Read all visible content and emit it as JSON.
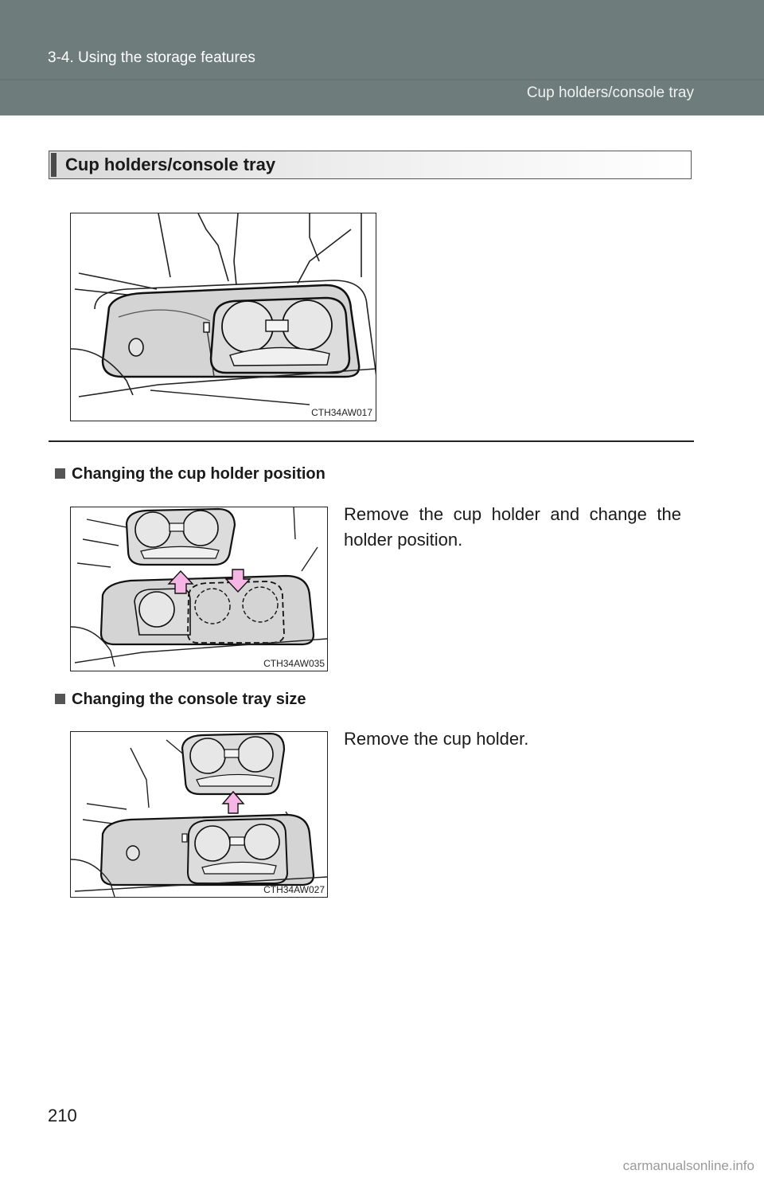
{
  "header": {
    "section": "3-4. Using the storage features",
    "subsection": "Cup holders/console tray"
  },
  "section_title": "Cup holders/console tray",
  "figures": {
    "main": {
      "code": "CTH34AW017"
    },
    "position": {
      "code": "CTH34AW035"
    },
    "size": {
      "code": "CTH34AW027"
    }
  },
  "items": [
    {
      "heading": "Changing the cup holder position",
      "text": "Remove the cup holder and change the holder position."
    },
    {
      "heading": "Changing the console tray size",
      "text": "Remove the cup holder."
    }
  ],
  "page_number": "210",
  "watermark": "carmanualsonline.info",
  "colors": {
    "header_bg": "#6e7d7b",
    "arrow": "#f5b6e6",
    "tray": "#d9d9d9"
  }
}
